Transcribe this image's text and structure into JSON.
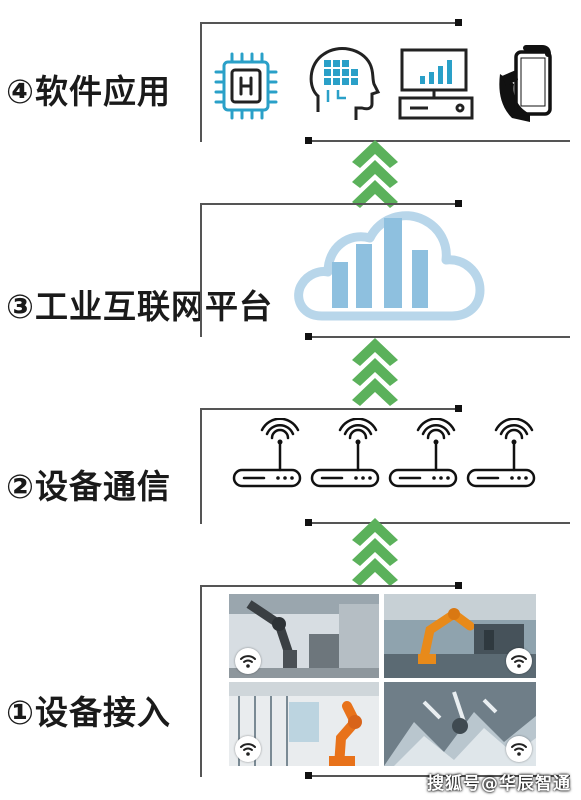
{
  "layers": [
    {
      "label": "④软件应用"
    },
    {
      "label": "③工业互联网平台"
    },
    {
      "label": "②设备通信"
    },
    {
      "label": "①设备接入"
    }
  ],
  "app_icons": [
    "chip-icon",
    "ai-head-icon",
    "computer-icon",
    "smartphone-icon"
  ],
  "platform_icon": "cloud-bar-chart-icon",
  "devices": [
    "router-icon",
    "router-icon",
    "router-icon",
    "router-icon"
  ],
  "photos": [
    "robot-arm-photo",
    "factory-robot-photo",
    "assembly-robot-photo",
    "metal-machining-photo"
  ],
  "watermark": "搜狐号@华辰智通",
  "colors": {
    "arrow": "#5bb15b",
    "cloud": "#b8d6ea",
    "bars": "#8ec0df",
    "chip": "#2aa0c8"
  }
}
